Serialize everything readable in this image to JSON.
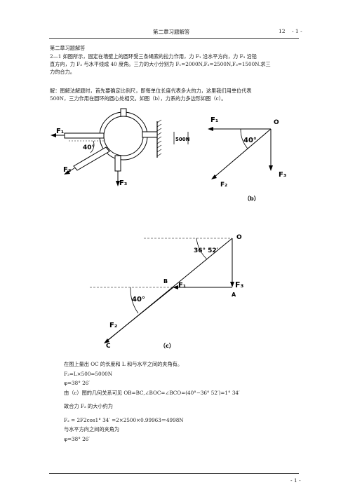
{
  "header": {
    "title": "第二章习题解答",
    "page_num": "12",
    "page_mark": "- 1 -"
  },
  "section_title": "第二章习题解答",
  "problem": {
    "lines": [
      "2—1 如图所示，固定在墙壁上的圆环受三条绳索的拉力作用，力 F₁ 沿水平方向，力 F₃ 沿铅",
      "直方向，力 F₂ 与水平线成 40 度角。三力的大小分别为 F₁=2000N,F₂=2500N,F₃=1500N.求三",
      "力的合力。"
    ]
  },
  "solution": {
    "lines": [
      "解：图解法解题时，首先要确定比例尺，即每单位长度代表多大的力，这里我们用单位代表",
      "500N，三力作用在圆环的圆心处相交。如图（b），力系的力多边形如图（c）。"
    ]
  },
  "figure_a": {
    "f1": "F₁",
    "f2": "F₂",
    "f3": "F₃",
    "angle": "40°",
    "scale": "500N"
  },
  "figure_b": {
    "f1": "F₁",
    "f2": "F₂",
    "f3": "F₃",
    "angle": "40°",
    "origin": "O",
    "caption": "（b）"
  },
  "figure_c": {
    "origin": "O",
    "angle_top": "36° 52′",
    "angle_bottom": "40°",
    "point_b": "B",
    "point_a": "A",
    "point_c": "C",
    "f1": "F₁",
    "f2": "F₂",
    "f3": "F₃",
    "caption": "（c）"
  },
  "result": {
    "l1": "在图上量出 OC 的长度和 L 和与水平之间的夹角有。",
    "l2": "F₂=L×500=5000N",
    "l3": "φ=38° 26′",
    "l4": "由（c）图的几何关系可见 OB=BC,∠BOC=∠BCO=(40°−36° 52′)=1° 34′",
    "l5": "故合力 F₂ 的大小约为",
    "l6": "F₂ = 2F2cos1° 34′ =2×2500×0.99963＝4998N",
    "l7": "与水平方向之间的夹角为",
    "l8": "φ=38° 26′"
  },
  "footer": {
    "page_mark": "- 1 -"
  }
}
